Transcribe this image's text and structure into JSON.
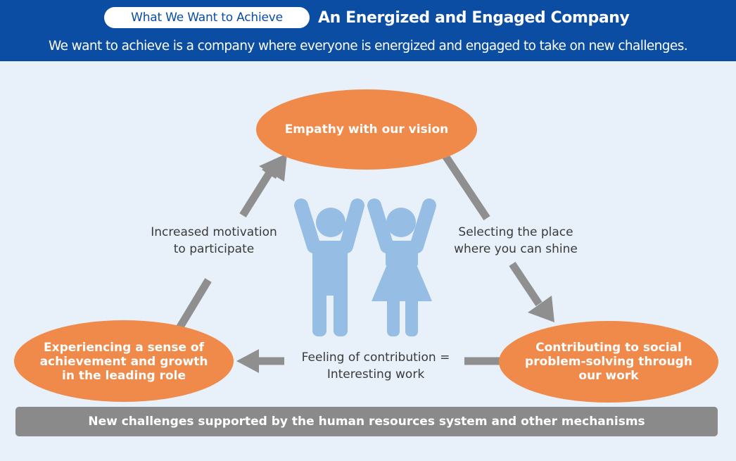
{
  "header": {
    "badge": "What We Want to Achieve",
    "title": "An Energized and Engaged Company",
    "subtitle": "We want to achieve is a company where everyone is energized and engaged to take on new challenges."
  },
  "cycle": {
    "top_node": "Empathy with our vision",
    "right_node": "Contributing to social problem-solving through our work",
    "left_node": "Experiencing a sense of achievement and growth in the leading role",
    "left_edge_label": "Increased motivation\nto participate",
    "right_edge_label": "Selecting the place\nwhere you can shine",
    "bottom_edge_label": "Feeling of contribution =\nInteresting work"
  },
  "footer": {
    "text": "New challenges supported by the human resources system and other mechanisms"
  },
  "colors": {
    "header_blue": "#0a4da2",
    "panel_bg": "#e8f1fa",
    "node_orange": "#f08a4b",
    "arrow_gray": "#8f8f8f",
    "figure_blue": "#96bde3",
    "footer_gray": "#8a8a8a"
  },
  "icons": [
    "person-male-icon",
    "person-female-icon"
  ]
}
